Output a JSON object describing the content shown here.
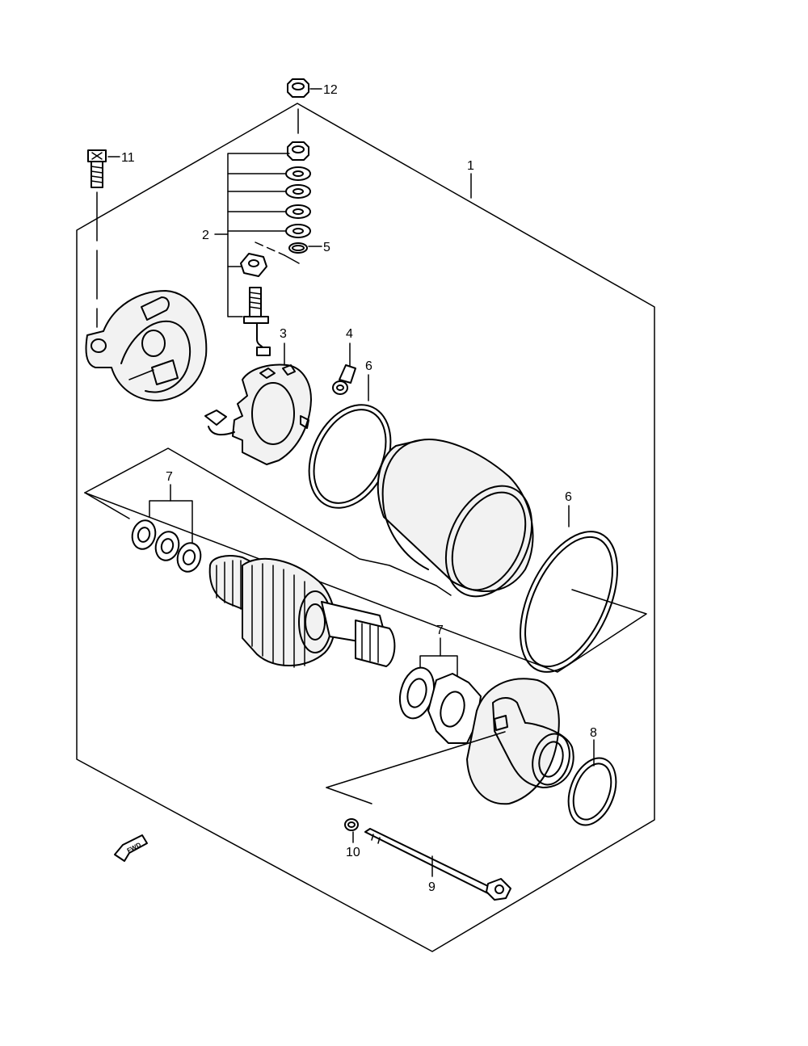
{
  "callouts": [
    {
      "id": "1",
      "label": "1"
    },
    {
      "id": "2",
      "label": "2"
    },
    {
      "id": "3",
      "label": "3"
    },
    {
      "id": "4",
      "label": "4"
    },
    {
      "id": "5",
      "label": "5"
    },
    {
      "id": "6a",
      "label": "6"
    },
    {
      "id": "6b",
      "label": "6"
    },
    {
      "id": "7a",
      "label": "7"
    },
    {
      "id": "7b",
      "label": "7"
    },
    {
      "id": "8",
      "label": "8"
    },
    {
      "id": "9",
      "label": "9"
    },
    {
      "id": "10",
      "label": "10"
    },
    {
      "id": "11",
      "label": "11"
    },
    {
      "id": "12",
      "label": "12"
    }
  ],
  "fwd_badge": "FWD"
}
